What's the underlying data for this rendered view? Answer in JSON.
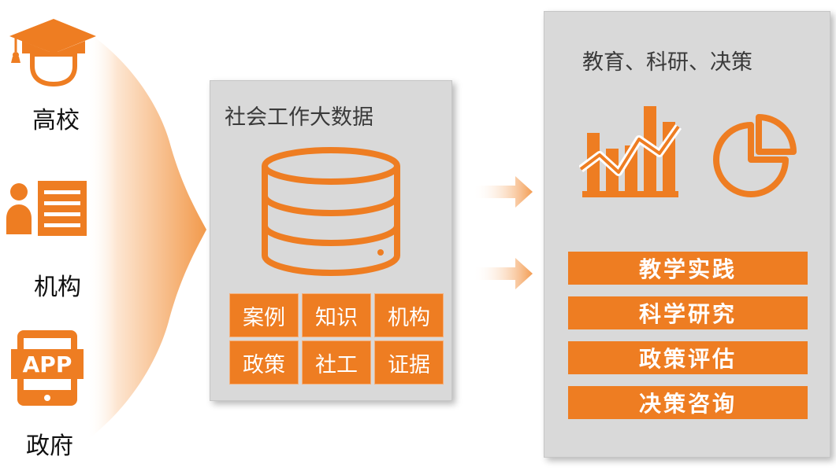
{
  "sources": {
    "university": {
      "label": "高校",
      "icon": "graduation-cap-icon"
    },
    "institution": {
      "label": "机构",
      "icon": "person-list-icon"
    },
    "government": {
      "label": "政府",
      "icon": "tablet-app-icon",
      "icon_text": "APP"
    }
  },
  "data_panel": {
    "title": "社会工作大数据",
    "icon": "database-icon",
    "tags": [
      "案例",
      "知识",
      "机构",
      "政策",
      "社工",
      "证据"
    ]
  },
  "output_panel": {
    "title": "教育、科研、决策",
    "icons": [
      "bar-line-chart-icon",
      "pie-chart-icon"
    ],
    "items": [
      "教学实践",
      "科学研究",
      "政策评估",
      "决策咨询"
    ]
  },
  "colors": {
    "accent": "#ee7d22",
    "panel": "#d9d9d9",
    "funnel_start": "#fde6d2"
  }
}
